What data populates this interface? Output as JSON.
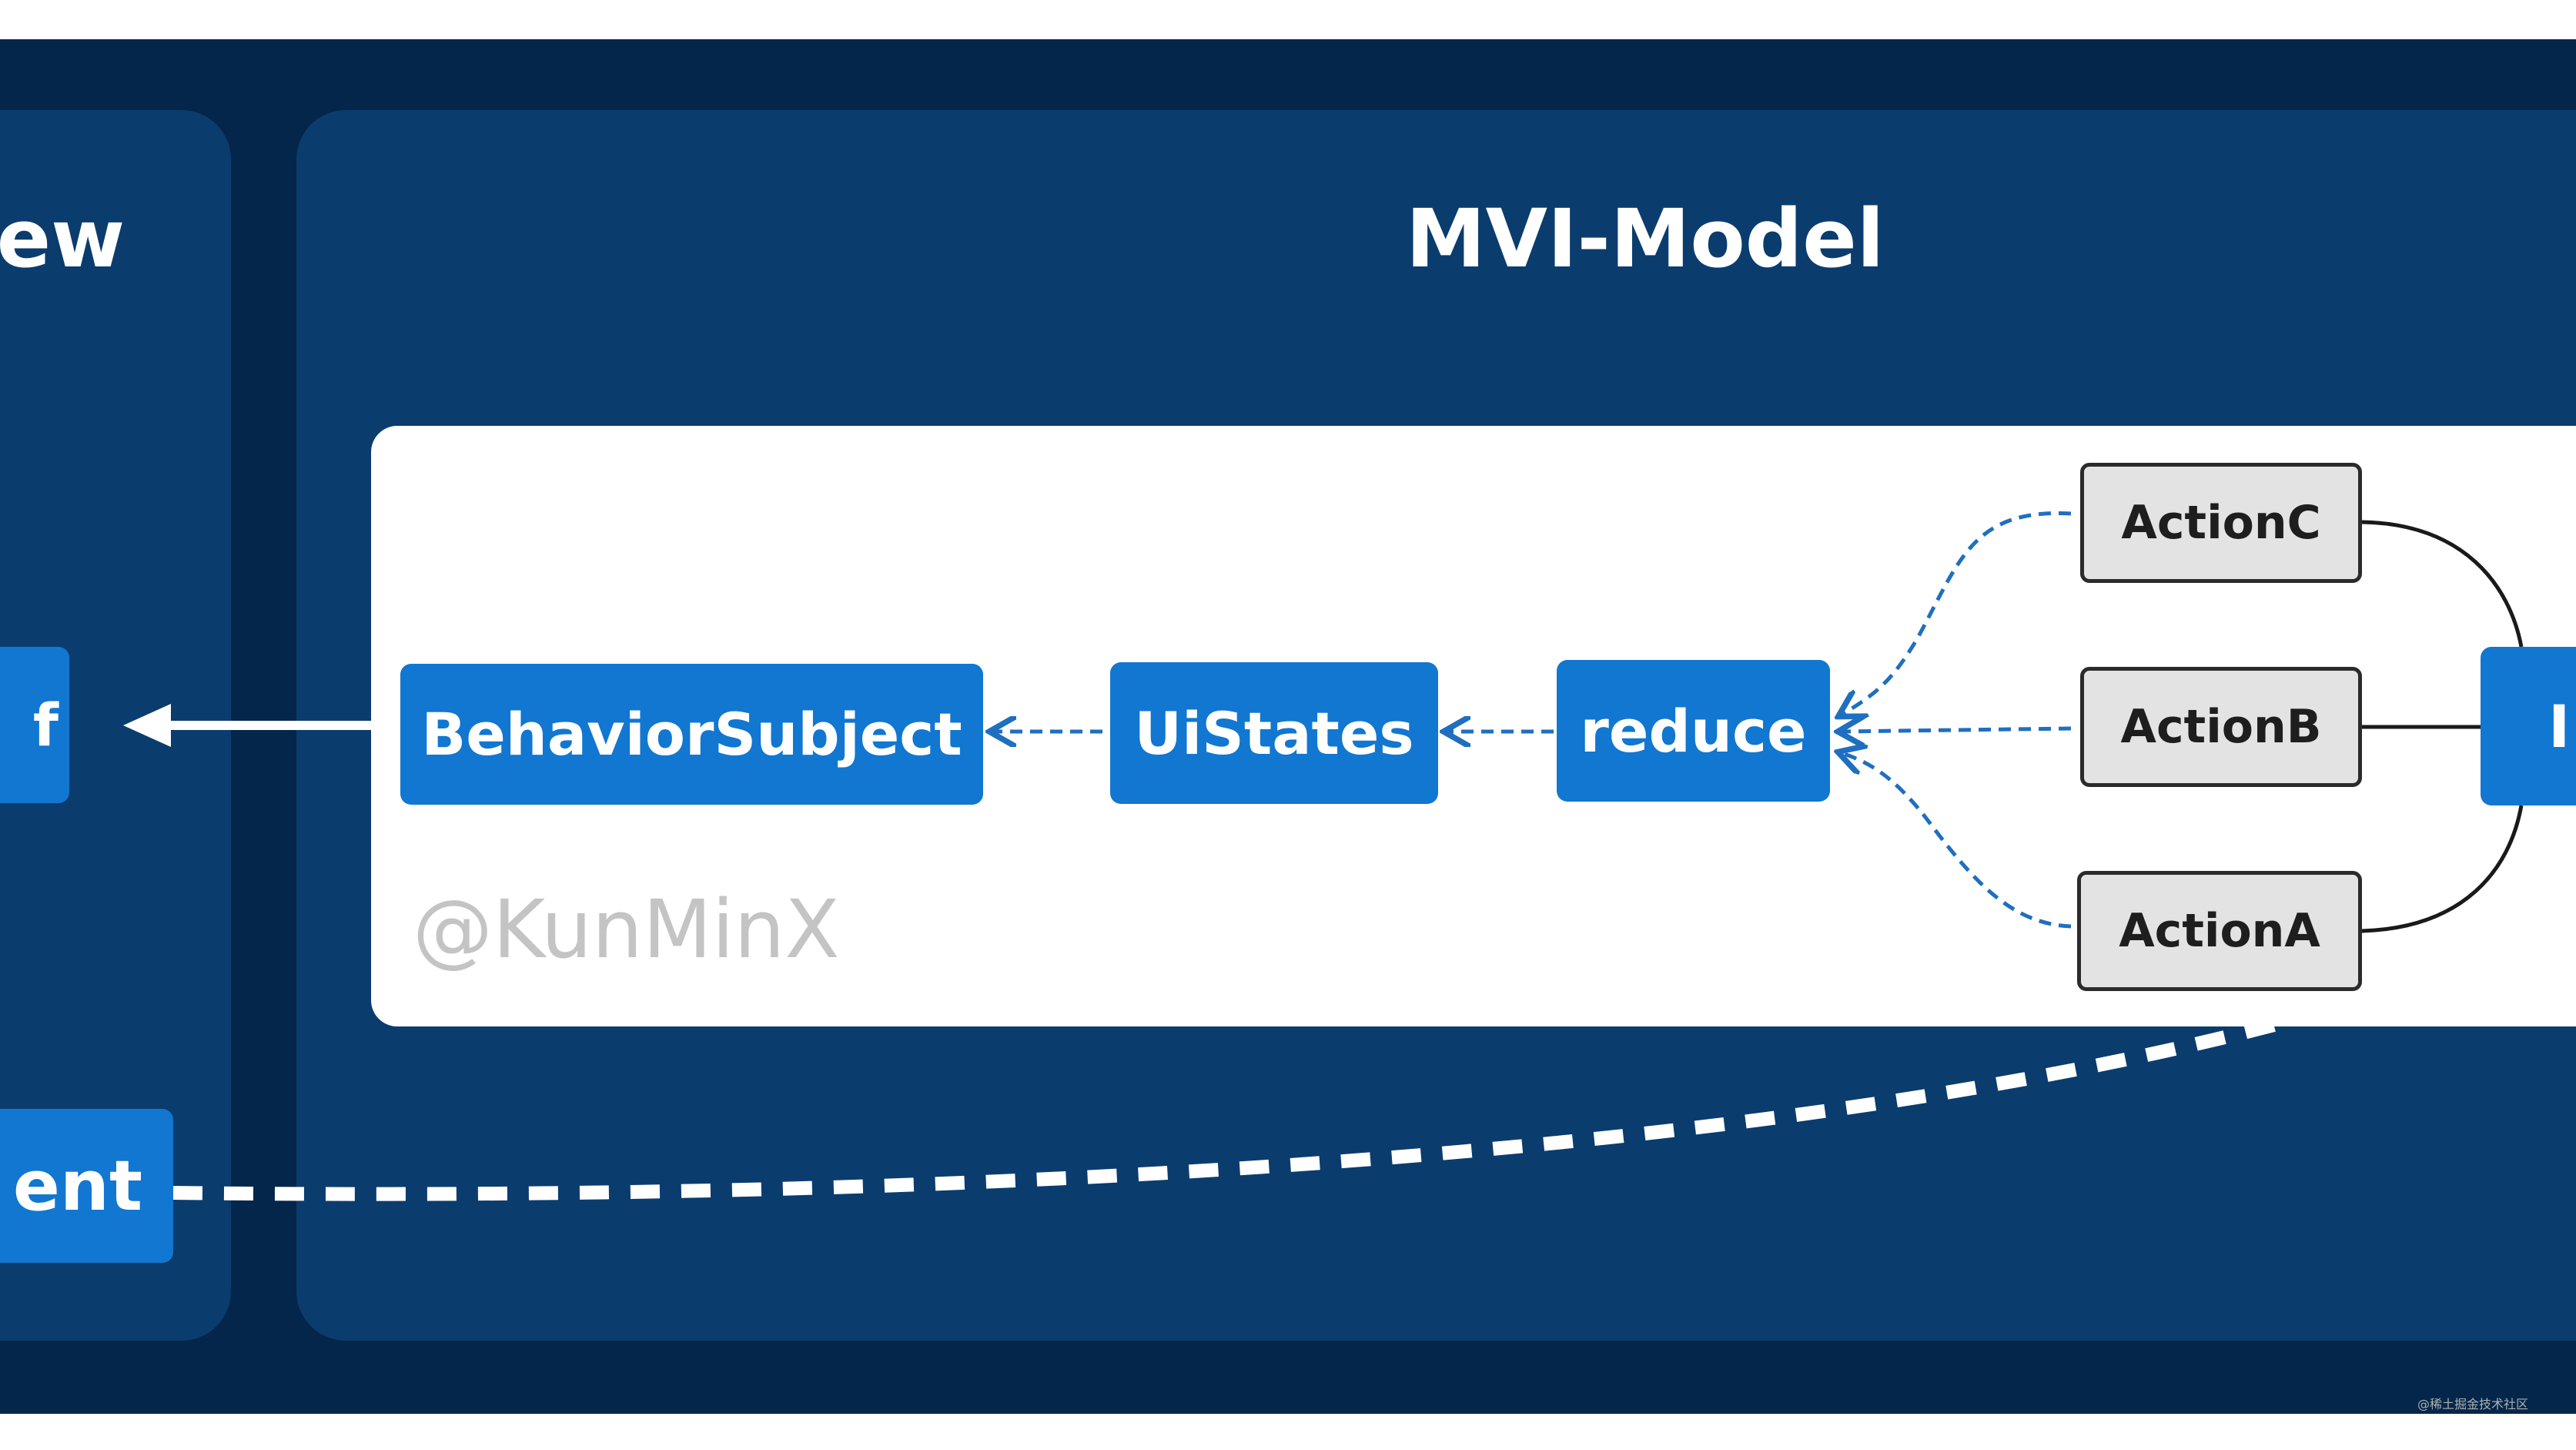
{
  "panels": {
    "view_title": "iew",
    "model_title": "MVI-Model"
  },
  "nodes": {
    "behavior_subject": "BehaviorSubject",
    "ui_states": "UiStates",
    "reduce": "reduce",
    "intent_partial": "I",
    "view_node_partial": "f",
    "event_node_partial": "ent"
  },
  "actions": {
    "action_c": "ActionC",
    "action_b": "ActionB",
    "action_a": "ActionA"
  },
  "watermark": "@KunMinX",
  "credit": "@稀土掘金技术社区",
  "colors": {
    "background": "#03264a",
    "panel": "#0b3c6e",
    "node": "#1177d1",
    "action_fill": "#e3e3e3",
    "dashed_arrow": "#1f6fc0"
  }
}
